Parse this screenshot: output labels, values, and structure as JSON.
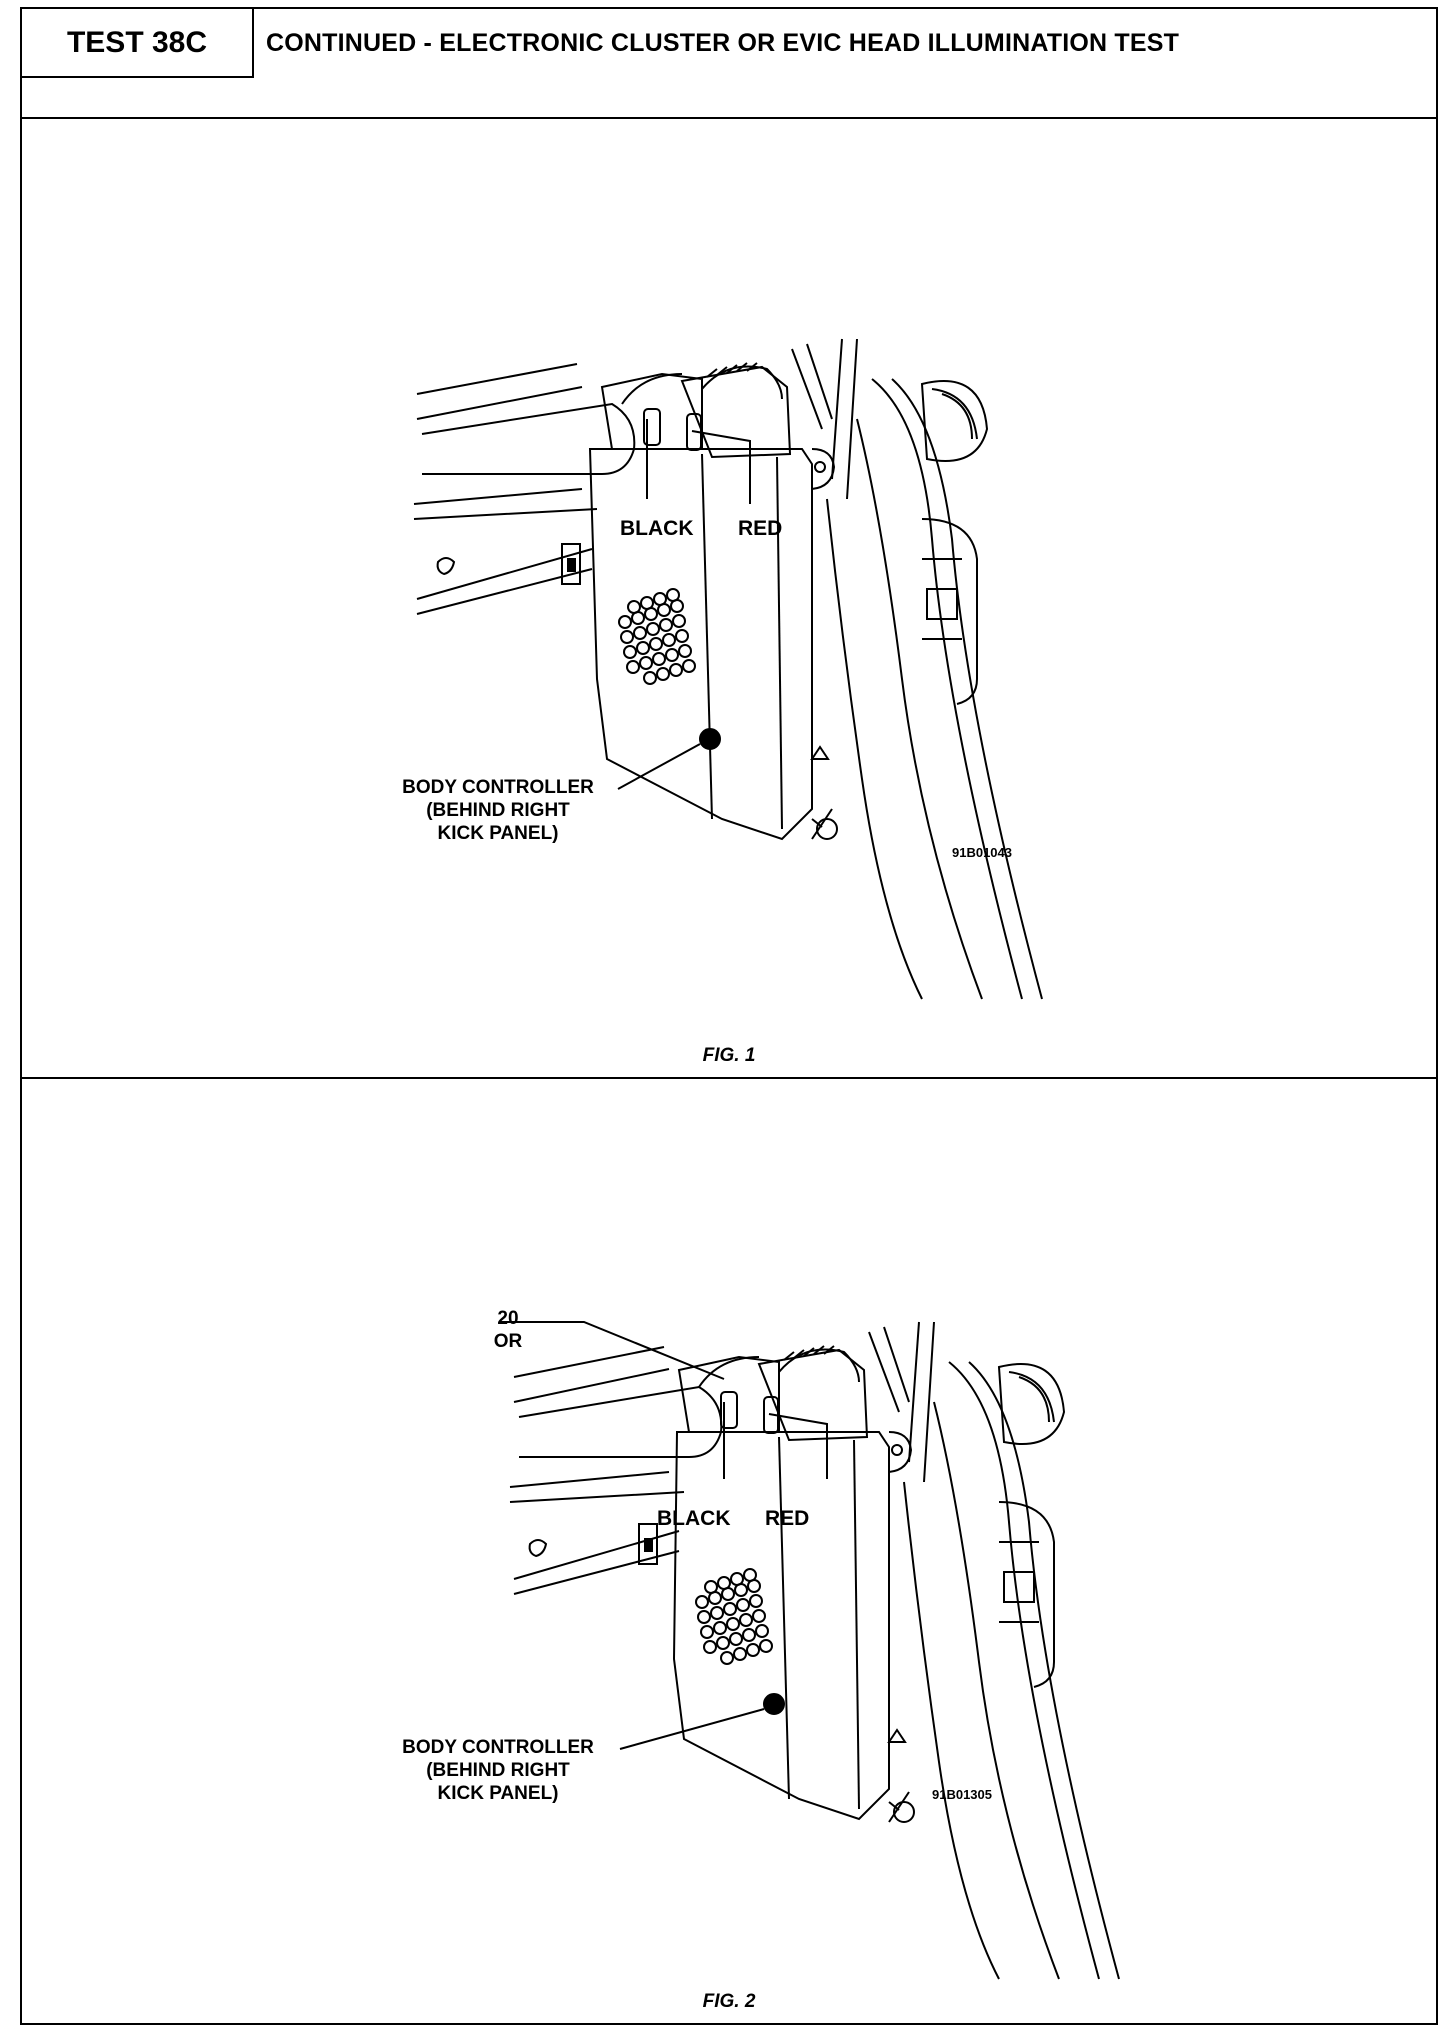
{
  "header": {
    "test_id": "TEST 38C",
    "title": "CONTINUED - ELECTRONIC CLUSTER OR EVIC HEAD ILLUMINATION TEST"
  },
  "figures": [
    {
      "caption": "FIG. 1",
      "connector_left": "BLACK",
      "connector_right": "RED",
      "callout_lines": [
        "BODY CONTROLLER",
        "(BEHIND RIGHT",
        "KICK PANEL)"
      ],
      "image_code": "91B01043"
    },
    {
      "caption": "FIG. 2",
      "connector_left": "BLACK",
      "connector_right": "RED",
      "pin_callout_lines": [
        "20",
        "OR"
      ],
      "callout_lines": [
        "BODY CONTROLLER",
        "(BEHIND RIGHT",
        "KICK PANEL)"
      ],
      "image_code": "91B01305"
    }
  ]
}
